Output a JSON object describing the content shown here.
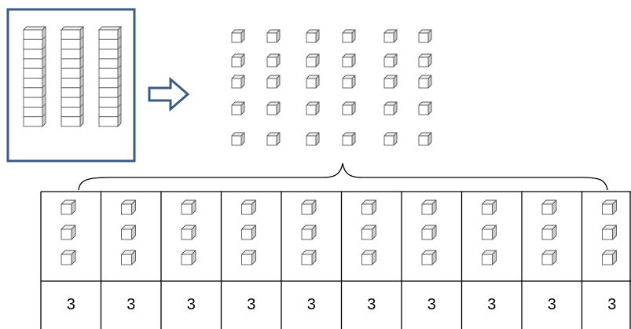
{
  "source": {
    "tens_rods": 3,
    "units_per_rod": 10
  },
  "arrow": {
    "direction": "right",
    "icon": "hollow-right-arrow-icon"
  },
  "ungrouped": {
    "total_units": 30,
    "rows": 5,
    "columns": 6
  },
  "division_table": {
    "groups": 10,
    "units_per_group": 3,
    "results": [
      "3",
      "3",
      "3",
      "3",
      "3",
      "3",
      "3",
      "3",
      "3",
      "3"
    ]
  },
  "colors": {
    "frame": "#3d5a86",
    "grid": "#000000",
    "cube_stroke": "#555555",
    "cube_front": "#ffffff",
    "cube_top": "#eeeeee",
    "cube_side": "#cccccc"
  }
}
